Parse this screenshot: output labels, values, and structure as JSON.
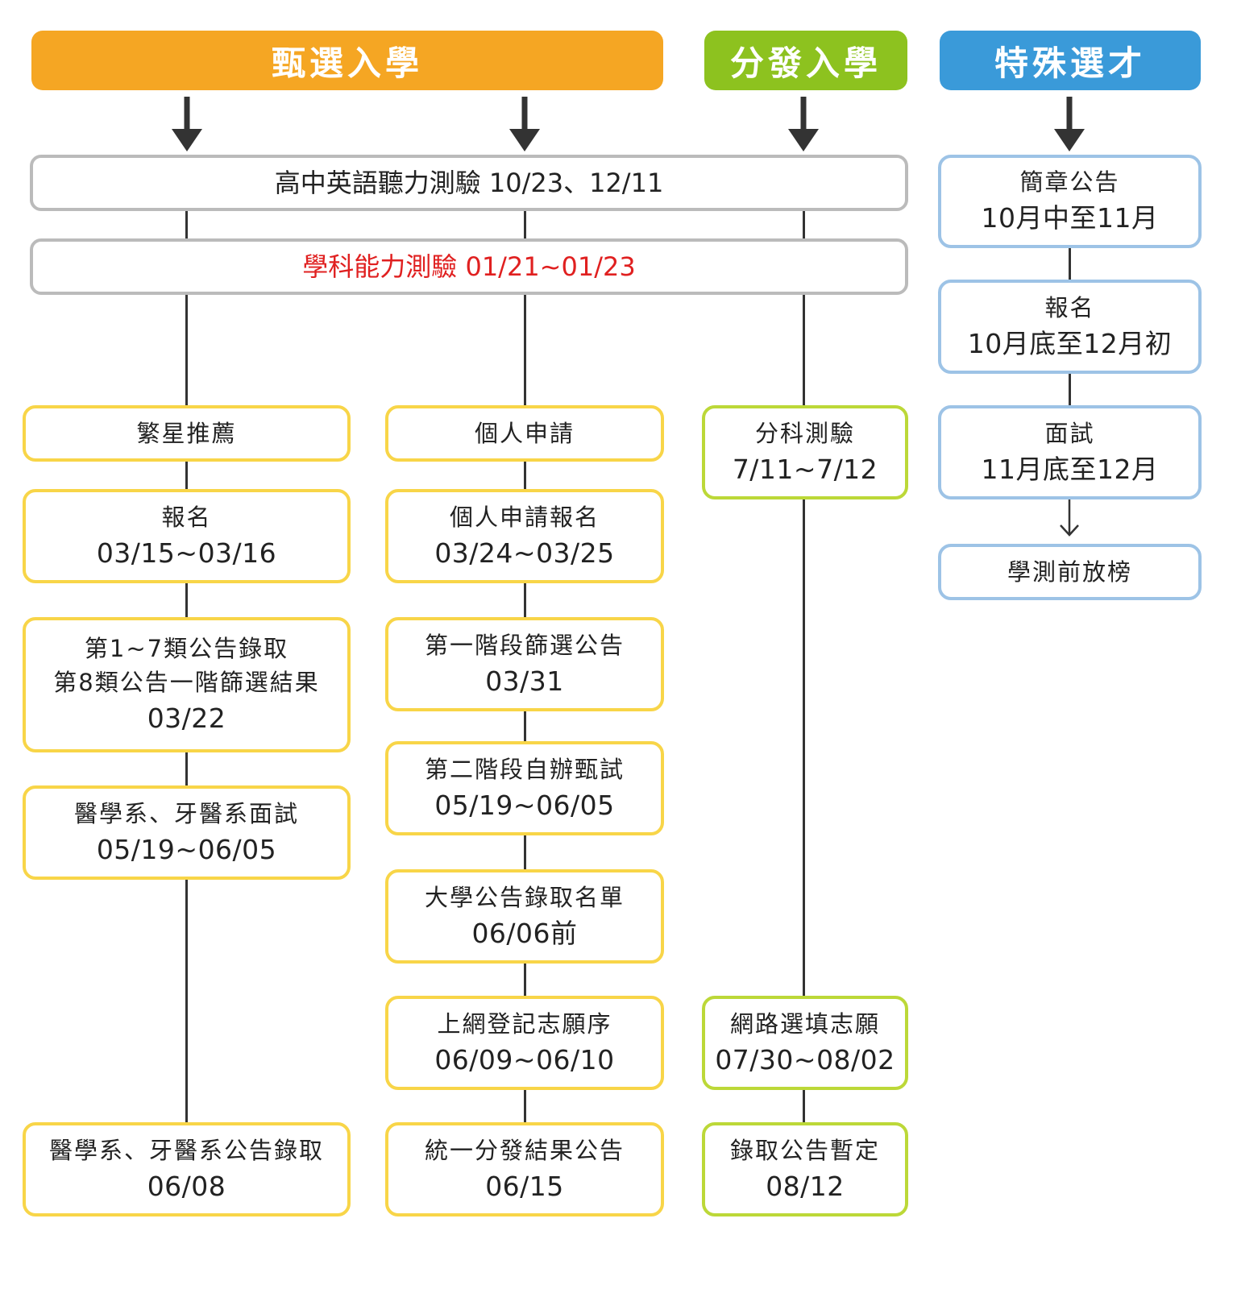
{
  "headers": {
    "selection": "甄選入學",
    "distribution": "分發入學",
    "special": "特殊選才"
  },
  "exams": {
    "listening": "高中英語聽力測驗 10/23、12/11",
    "gsat": "學科能力測驗 01/21~01/23"
  },
  "star": {
    "title": "繁星推薦",
    "register": {
      "label": "報名",
      "date": "03/15~03/16"
    },
    "announce": {
      "line1": "第1~7類公告錄取",
      "line2": "第8類公告一階篩選結果",
      "date": "03/22"
    },
    "interview": {
      "label": "醫學系、牙醫系面試",
      "date": "05/19~06/05"
    },
    "admit": {
      "label": "醫學系、牙醫系公告錄取",
      "date": "06/08"
    }
  },
  "personal": {
    "title": "個人申請",
    "register": {
      "label": "個人申請報名",
      "date": "03/24~03/25"
    },
    "stage1": {
      "label": "第一階段篩選公告",
      "date": "03/31"
    },
    "stage2": {
      "label": "第二階段自辦甄試",
      "date": "05/19~06/05"
    },
    "univ": {
      "label": "大學公告錄取名單",
      "date": "06/06前"
    },
    "online": {
      "label": "上網登記志願序",
      "date": "06/09~06/10"
    },
    "result": {
      "label": "統一分發結果公告",
      "date": "06/15"
    }
  },
  "distribution": {
    "exam": {
      "label": "分科測驗",
      "date": "7/11~7/12"
    },
    "choice": {
      "label": "網路選填志願",
      "date": "07/30~08/02"
    },
    "admit": {
      "label": "錄取公告暫定",
      "date": "08/12"
    }
  },
  "special": {
    "brochure": {
      "label": "簡章公告",
      "date": "10月中至11月"
    },
    "register": {
      "label": "報名",
      "date": "10月底至12月初"
    },
    "interview": {
      "label": "面試",
      "date": "11月底至12月"
    },
    "release": {
      "label": "學測前放榜"
    }
  },
  "colors": {
    "selection": "#f5a623",
    "distribution": "#8dc21f",
    "special": "#3a9ad9",
    "yellow_border": "#f8d548",
    "green_border": "#bcd838",
    "blue_border": "#9dc3e6",
    "gray_border": "#bbbbbb",
    "red_text": "#e02020"
  }
}
